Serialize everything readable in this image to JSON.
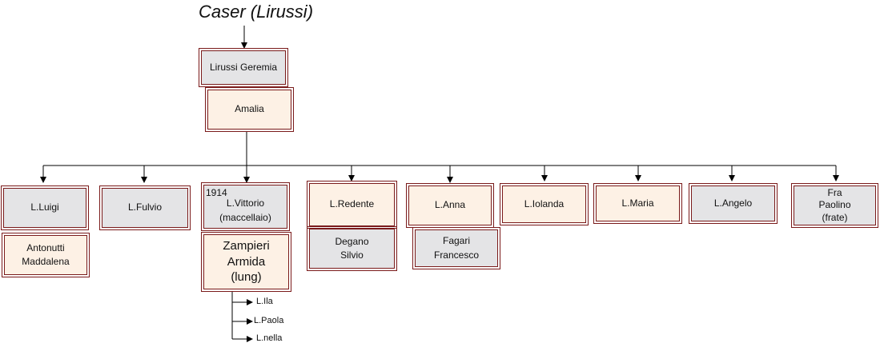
{
  "diagram": {
    "title": "Caser (Lirussi)",
    "root": {
      "name": "Lirussi Geremia",
      "spouse": "Amalia"
    },
    "children": [
      {
        "name": "L.Luigi",
        "spouse": "Antonutti\nMaddalena"
      },
      {
        "name": "L.Fulvio"
      },
      {
        "name": "L.Vittorio\n(maccellaio)",
        "year": "1914",
        "spouse": "Zampieri\nArmida\n(lung)"
      },
      {
        "name": "L.Redente",
        "spouse": "Degano\nSilvio"
      },
      {
        "name": "L.Anna",
        "spouse": "Fagari\nFrancesco"
      },
      {
        "name": "L.Iolanda"
      },
      {
        "name": "L.Maria"
      },
      {
        "name": "L.Angelo"
      },
      {
        "name": "Fra\nPaolino\n(frate)"
      }
    ],
    "grandchildren": [
      "L.Ila",
      "L.Paola",
      "L.nella"
    ]
  },
  "colors": {
    "grey_box": "#e4e4e6",
    "cream_box": "#fdf1e5",
    "border": "#7a1a1a"
  }
}
